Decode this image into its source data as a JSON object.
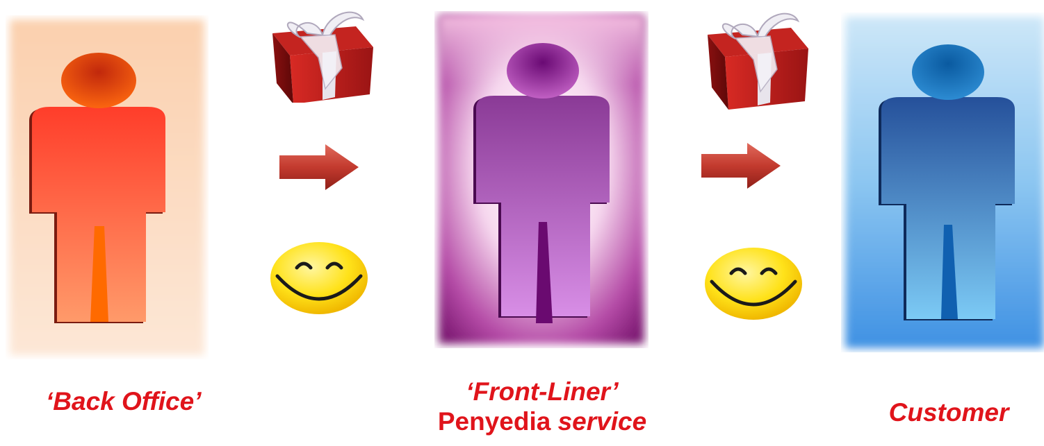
{
  "flow": {
    "stages": [
      {
        "label": "‘Back Office’",
        "icon": "person-icon",
        "color": "#ff5a2a"
      },
      {
        "label": "‘Front-Liner’",
        "sublabel_plain": "Penyedia ",
        "sublabel_italic": "service",
        "icon": "person-icon",
        "color": "#9b3fb0"
      },
      {
        "label": "Customer",
        "icon": "person-icon",
        "color": "#2a6fc0"
      }
    ],
    "connectors": [
      {
        "top_icon": "gift-box-icon",
        "arrow_icon": "right-arrow-icon",
        "bottom_icon": "smiley-face-icon"
      },
      {
        "top_icon": "gift-box-icon",
        "arrow_icon": "right-arrow-icon",
        "bottom_icon": "smiley-face-icon"
      }
    ]
  },
  "colors": {
    "label_red": "#e0141b",
    "arrow_red": "#c0302a",
    "gift_red": "#b01c1c",
    "smiley_yellow": "#ffe21a"
  }
}
